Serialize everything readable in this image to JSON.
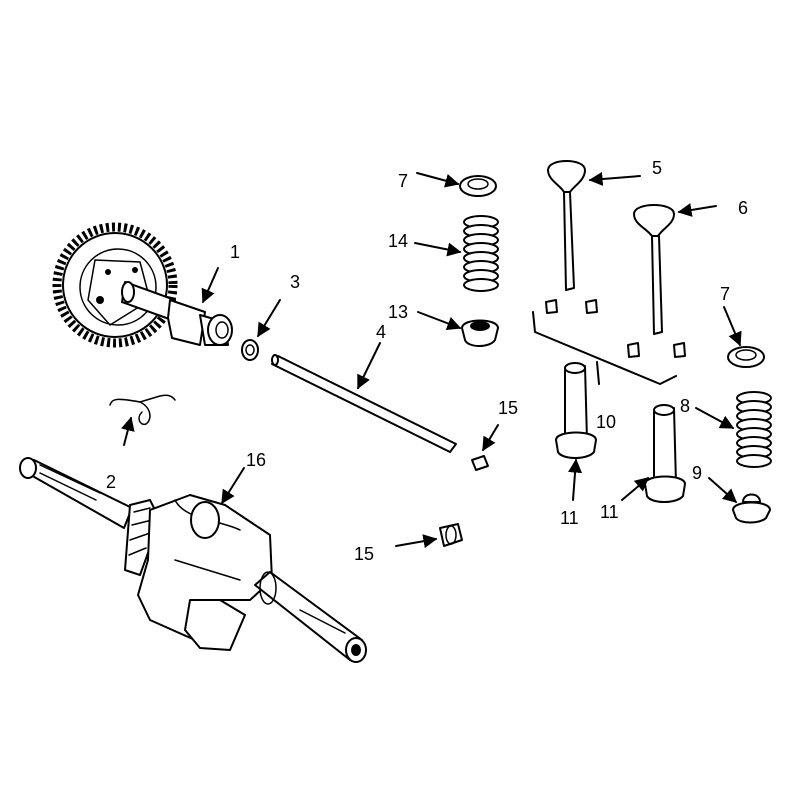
{
  "diagram": {
    "colors": {
      "ink": "#000000",
      "paper": "#ffffff"
    },
    "callouts": {
      "camshaft": "1",
      "crankshaft_sensor_clip": "2",
      "camshaft_washer": "3",
      "push_rod": "4",
      "intake_valve": "5",
      "exhaust_valve": "6",
      "spring_retainer_left": "7",
      "spring_retainer_right": "7",
      "valve_spring_right": "8",
      "valve_rotator": "9",
      "valve_keepers_group": "10",
      "tappet_left": "11",
      "tappet_right": "11",
      "spring_seat": "13",
      "valve_spring_left": "14",
      "bushing_upper": "15",
      "bushing_lower": "15",
      "crankshaft": "16"
    }
  }
}
